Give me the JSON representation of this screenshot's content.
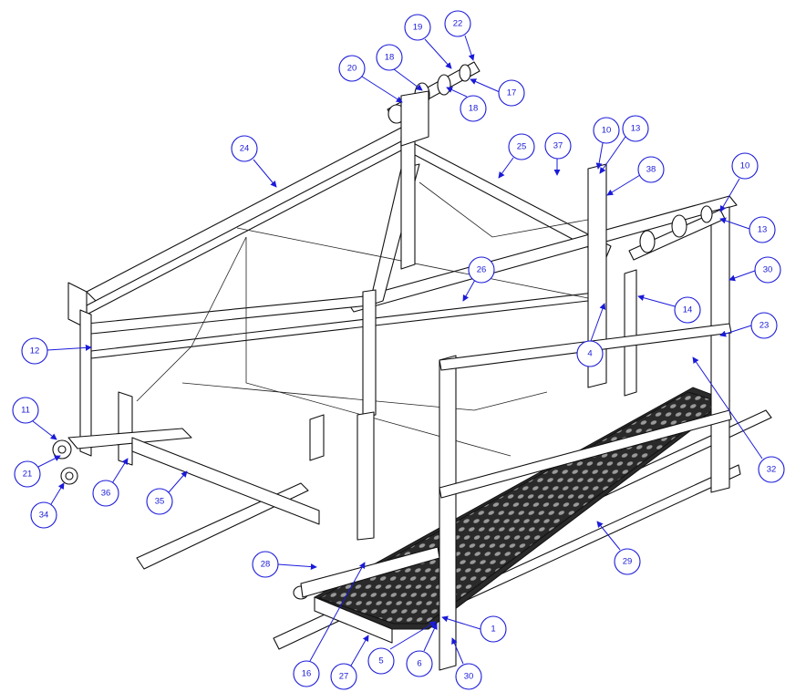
{
  "balloons": [
    {
      "label": "1"
    },
    {
      "label": "4"
    },
    {
      "label": "5"
    },
    {
      "label": "6"
    },
    {
      "label": "10"
    },
    {
      "label": "10"
    },
    {
      "label": "11"
    },
    {
      "label": "12"
    },
    {
      "label": "13"
    },
    {
      "label": "13"
    },
    {
      "label": "14"
    },
    {
      "label": "16"
    },
    {
      "label": "17"
    },
    {
      "label": "18"
    },
    {
      "label": "18"
    },
    {
      "label": "19"
    },
    {
      "label": "20"
    },
    {
      "label": "21"
    },
    {
      "label": "22"
    },
    {
      "label": "23"
    },
    {
      "label": "24"
    },
    {
      "label": "25"
    },
    {
      "label": "26"
    },
    {
      "label": "27"
    },
    {
      "label": "28"
    },
    {
      "label": "29"
    },
    {
      "label": "30"
    },
    {
      "label": "30"
    },
    {
      "label": "32"
    },
    {
      "label": "34"
    },
    {
      "label": "35"
    },
    {
      "label": "36"
    },
    {
      "label": "37"
    },
    {
      "label": "38"
    }
  ],
  "colors": {
    "balloon": "#1a1ad9",
    "line": "#111111",
    "grating": "#2a2a2a"
  }
}
